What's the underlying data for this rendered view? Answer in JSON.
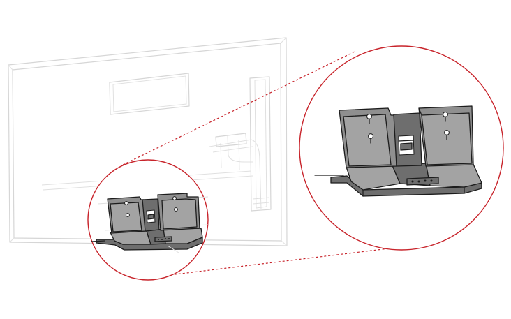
{
  "colors": {
    "callout": "#c8242b",
    "tv_outline": "#d6d6d6",
    "stand_body": "#8f8f8f",
    "stand_face": "#a3a3a3",
    "outline": "#1c1c1c"
  },
  "icons": [
    "tv-back-outline",
    "stand-bracket",
    "magnifier-callout-circle"
  ]
}
